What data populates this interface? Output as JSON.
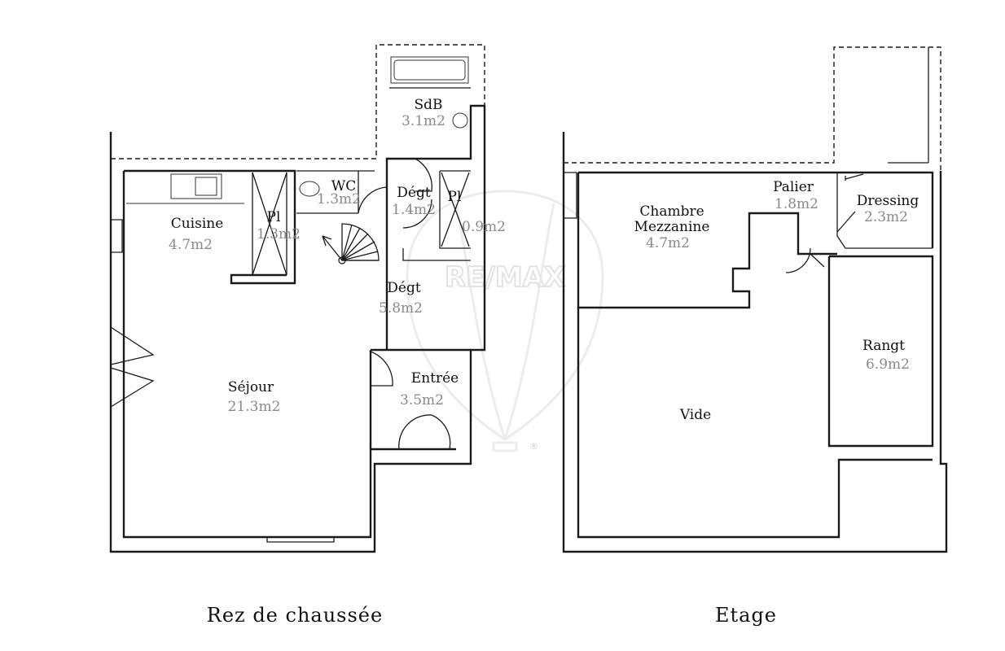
{
  "watermark": {
    "brand": "RE/MAX",
    "registered": "®"
  },
  "ground_floor": {
    "label": "Rez de chaussée",
    "rooms": {
      "sdb": {
        "name": "SdB",
        "area": "3.1m2"
      },
      "wc": {
        "name": "WC",
        "area": "1.3m2"
      },
      "degt_small": {
        "name": "Dégt",
        "area": "1.4m2"
      },
      "pl_right": {
        "name": "Pl",
        "area": "0.9m2"
      },
      "cuisine": {
        "name": "Cuisine",
        "area": "4.7m2"
      },
      "pl_left": {
        "name": "Pl",
        "area": "1.3m2"
      },
      "degt_large": {
        "name": "Dégt",
        "area": "5.8m2"
      },
      "sejour": {
        "name": "Séjour",
        "area": "21.3m2"
      },
      "entree": {
        "name": "Entrée",
        "area": "3.5m2"
      }
    }
  },
  "upper_floor": {
    "label": "Etage",
    "rooms": {
      "chambre": {
        "name_line1": "Chambre",
        "name_line2": "Mezzanine",
        "area": "4.7m2"
      },
      "palier": {
        "name": "Palier",
        "area": "1.8m2"
      },
      "dressing": {
        "name": "Dressing",
        "area": "2.3m2"
      },
      "rangt": {
        "name": "Rangt",
        "area": "6.9m2"
      },
      "vide": {
        "name": "Vide"
      }
    }
  }
}
